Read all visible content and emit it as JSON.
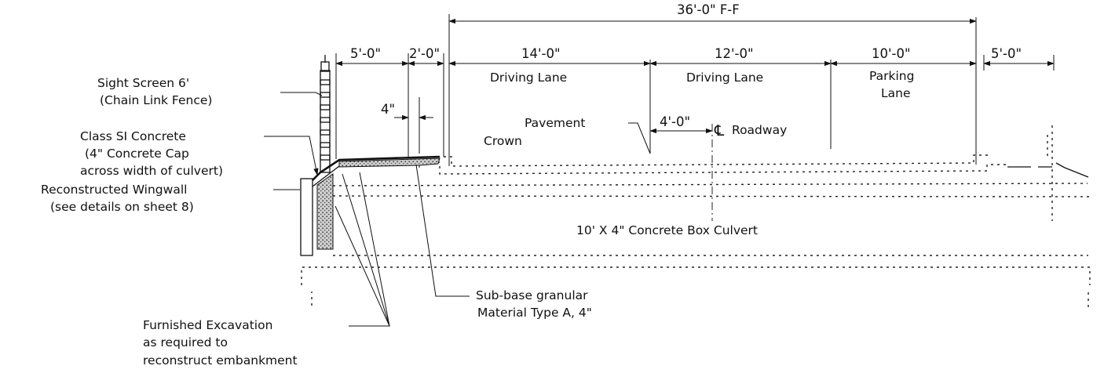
{
  "dimensions": {
    "overall": "36'-0\" F-F",
    "sidewalk_left": "5'-0\"",
    "curb_left": "2'-0\"",
    "lane_1": "14'-0\"",
    "lane_2": "12'-0\"",
    "lane_3": "10'-0\"",
    "sidewalk_right": "5'-0\"",
    "cap_offset": "4\"",
    "crown_offset": "4'-0\""
  },
  "lanes": {
    "lane_1": "Driving Lane",
    "lane_2": "Driving Lane",
    "lane_3_line1": "Parking",
    "lane_3_line2": "Lane"
  },
  "callouts": {
    "sight_screen_line1": "Sight Screen 6'",
    "sight_screen_line2": "(Chain Link Fence)",
    "concrete_line1": "Class SI Concrete",
    "concrete_line2": "(4\" Concrete Cap",
    "concrete_line3": "across width of culvert)",
    "wingwall_line1": "Reconstructed Wingwall",
    "wingwall_line2": "(see details on sheet 8)",
    "pavement_line1": "Pavement",
    "pavement_line2": "Crown",
    "centerline_symbol": "℄",
    "roadway": "Roadway",
    "culvert": "10' X 4\" Concrete Box Culvert",
    "subbase_line1": "Sub-base granular",
    "subbase_line2": "Material Type A, 4\"",
    "excavation_line1": "Furnished Excavation",
    "excavation_line2": "as required to",
    "excavation_line3": "reconstruct embankment"
  }
}
